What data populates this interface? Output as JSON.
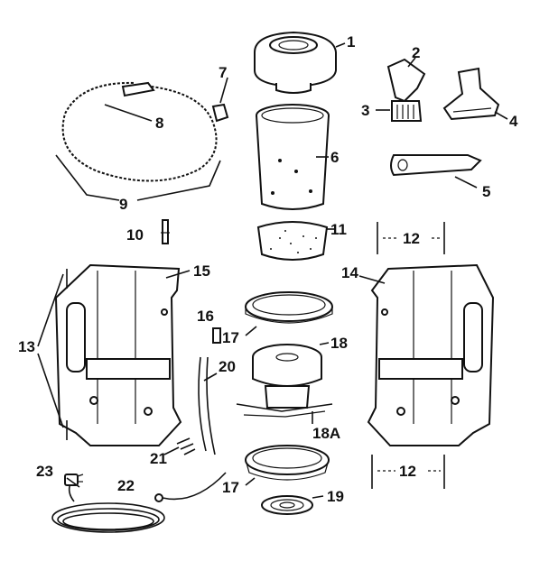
{
  "parts": [
    {
      "id": "p1",
      "label": "1"
    },
    {
      "id": "p2",
      "label": "2"
    },
    {
      "id": "p3",
      "label": "3"
    },
    {
      "id": "p4",
      "label": "4"
    },
    {
      "id": "p5",
      "label": "5"
    },
    {
      "id": "p6",
      "label": "6"
    },
    {
      "id": "p7",
      "label": "7"
    },
    {
      "id": "p8",
      "label": "8"
    },
    {
      "id": "p9",
      "label": "9"
    },
    {
      "id": "p10",
      "label": "10"
    },
    {
      "id": "p11",
      "label": "11"
    },
    {
      "id": "p12a",
      "label": "12"
    },
    {
      "id": "p12b",
      "label": "12"
    },
    {
      "id": "p13",
      "label": "13"
    },
    {
      "id": "p14",
      "label": "14"
    },
    {
      "id": "p15",
      "label": "15"
    },
    {
      "id": "p16",
      "label": "16"
    },
    {
      "id": "p17a",
      "label": "17"
    },
    {
      "id": "p17b",
      "label": "17"
    },
    {
      "id": "p18",
      "label": "18"
    },
    {
      "id": "p18a",
      "label": "18A"
    },
    {
      "id": "p19",
      "label": "19"
    },
    {
      "id": "p20",
      "label": "20"
    },
    {
      "id": "p21",
      "label": "21"
    },
    {
      "id": "p22",
      "label": "22"
    },
    {
      "id": "p23",
      "label": "23"
    }
  ]
}
